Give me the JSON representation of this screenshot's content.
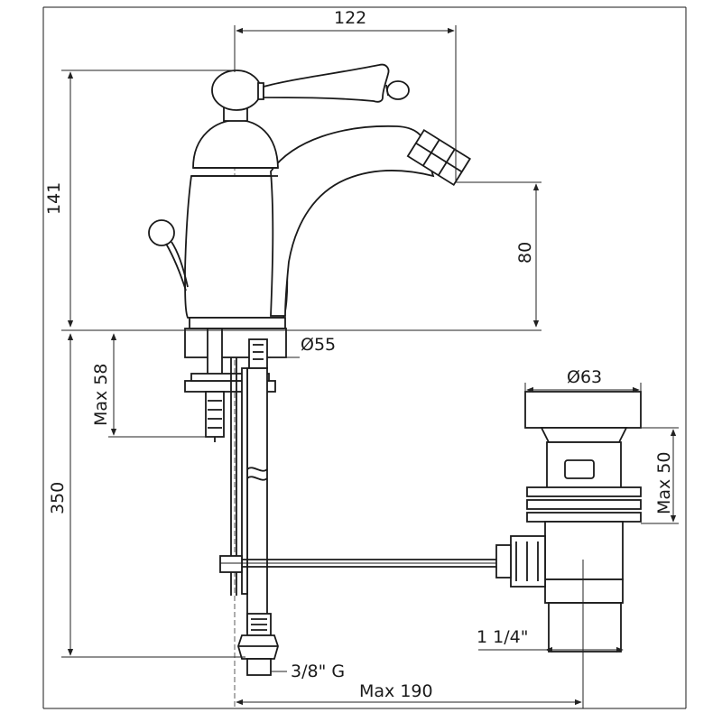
{
  "dimensions": {
    "top_width": "122",
    "total_height": "141",
    "spout_height": "80",
    "base_diameter": "Ø55",
    "max_thickness": "Max 58",
    "hose_length": "350",
    "waste_diameter": "Ø63",
    "waste_max": "Max 50",
    "waste_thread": "1 1/4\"",
    "inlet_thread": "3/8\" G",
    "max_reach": "Max 190"
  }
}
